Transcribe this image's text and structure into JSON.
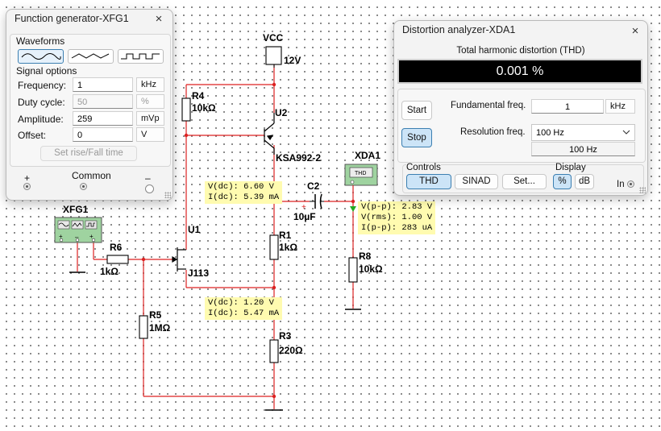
{
  "schematic": {
    "vcc_label": "VCC",
    "vcc_value": "12V",
    "xfg_label": "XFG1",
    "xda_label": "XDA1",
    "xda_screen": "THD",
    "components": {
      "r4": {
        "name": "R4",
        "value": "10kΩ"
      },
      "u2": {
        "name": "U2",
        "part": "KSA992-2"
      },
      "u1": {
        "name": "U1",
        "part": "J113"
      },
      "r6": {
        "name": "R6",
        "value": "1kΩ"
      },
      "r5": {
        "name": "R5",
        "value": "1MΩ"
      },
      "r1": {
        "name": "R1",
        "value": "1kΩ"
      },
      "r3": {
        "name": "R3",
        "value": "220Ω"
      },
      "c2": {
        "name": "C2",
        "value": "10µF"
      },
      "r8": {
        "name": "R8",
        "value": "10kΩ"
      }
    },
    "probes": {
      "p1": [
        "V(dc): 6.60 V",
        "I(dc): 5.39 mA"
      ],
      "p2": [
        "V(dc): 1.20 V",
        "I(dc): 5.47 mA"
      ],
      "p3": [
        "V(p-p): 2.83 V",
        "V(rms): 1.00 V",
        "I(p-p): 283 uA"
      ]
    }
  },
  "function_generator": {
    "title": "Function generator-XFG1",
    "close_icon": "×",
    "waveforms_label": "Waveforms",
    "waveforms": [
      "sine-wave-icon",
      "triangle-wave-icon",
      "square-wave-icon"
    ],
    "selected_waveform": "sine",
    "signal_options_label": "Signal options",
    "fields": {
      "frequency": {
        "label": "Frequency:",
        "value": "1",
        "unit": "kHz"
      },
      "duty_cycle": {
        "label": "Duty cycle:",
        "value": "50",
        "unit": "%"
      },
      "amplitude": {
        "label": "Amplitude:",
        "value": "259",
        "unit": "mVp"
      },
      "offset": {
        "label": "Offset:",
        "value": "0",
        "unit": "V"
      }
    },
    "rise_fall_button": "Set rise/Fall time",
    "terminals": {
      "plus": "+",
      "common": "Common",
      "minus": "–"
    }
  },
  "distortion_analyzer": {
    "title": "Distortion analyzer-XDA1",
    "close_icon": "×",
    "display_heading": "Total harmonic distortion (THD)",
    "reading": "0.001 %",
    "start_button": "Start",
    "stop_button": "Stop",
    "fundamental_label": "Fundamental freq.",
    "fundamental_value": "1",
    "fundamental_unit": "kHz",
    "resolution_label": "Resolution freq.",
    "resolution_value": "100 Hz",
    "resolution_readout": "100 Hz",
    "controls_label": "Controls",
    "controls": {
      "thd": "THD",
      "sinad": "SINAD",
      "set": "Set..."
    },
    "display_label": "Display",
    "display": {
      "percent": "%",
      "db": "dB"
    },
    "input_label": "In"
  },
  "colors": {
    "wire": "#dd2222",
    "probe_bg": "#fffbb0",
    "active_button": "#cce4f7",
    "accent": "#3c7fb1",
    "lcd_bg": "#000000"
  }
}
